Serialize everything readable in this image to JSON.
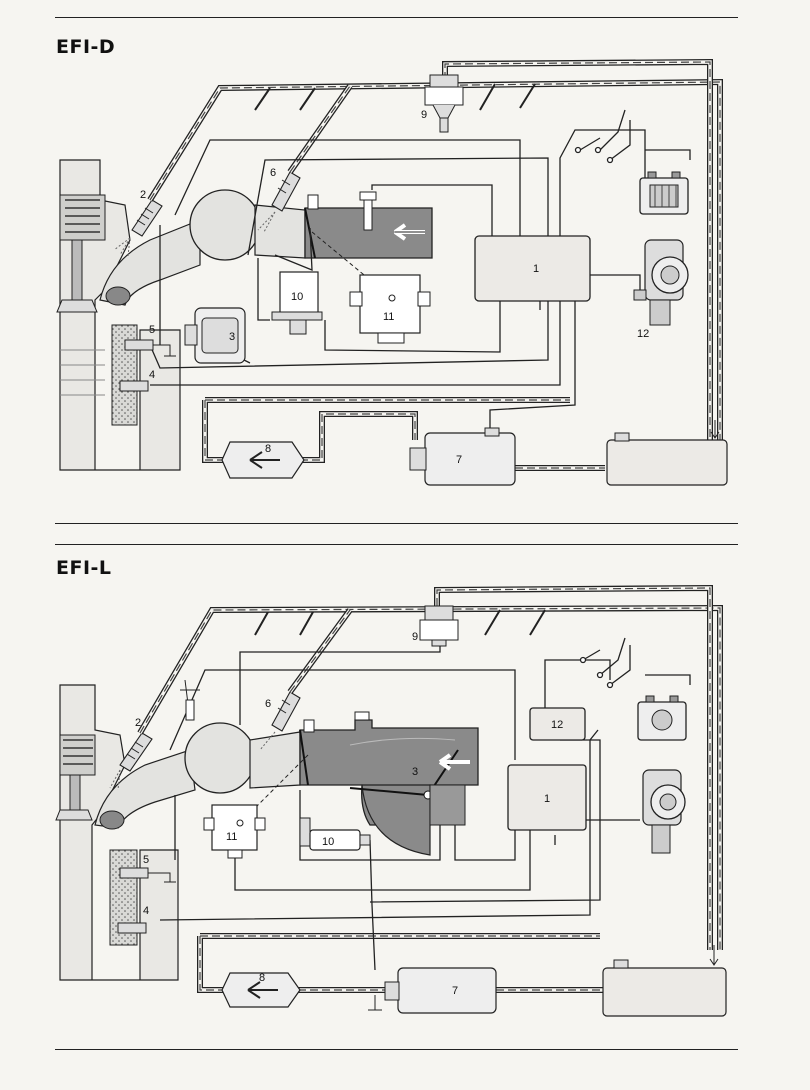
{
  "diagrams": [
    {
      "heading": "EFI-D",
      "labels": {
        "n1": "1",
        "n2": "2",
        "n3": "3",
        "n4": "4",
        "n5": "5",
        "n6": "6",
        "n7": "7",
        "n8": "8",
        "n9": "9",
        "n10": "10",
        "n11": "11",
        "n12": "12"
      }
    },
    {
      "heading": "EFI-L",
      "labels": {
        "n1": "1",
        "n2": "2",
        "n3": "3",
        "n4": "4",
        "n5": "5",
        "n6": "6",
        "n7": "7",
        "n8": "8",
        "n9": "9",
        "n10": "10",
        "n11": "11",
        "n12": "12"
      }
    }
  ],
  "colors": {
    "ink": "#1a1a1a",
    "shaded": "#8a8a8a",
    "light_shade": "#e6e6e4",
    "paper": "#f6f5f1"
  }
}
